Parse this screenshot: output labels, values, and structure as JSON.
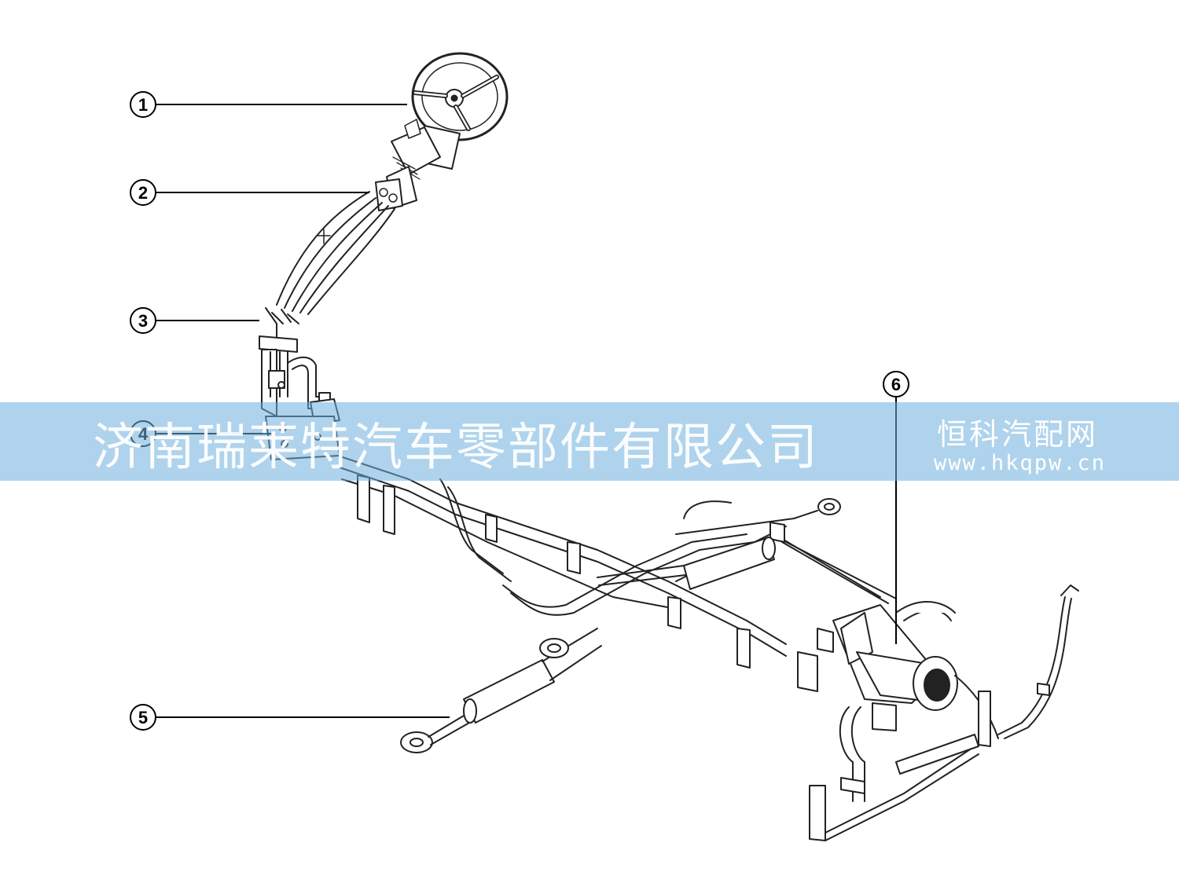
{
  "callouts": [
    {
      "label": "1"
    },
    {
      "label": "2"
    },
    {
      "label": "3"
    },
    {
      "label": "4"
    },
    {
      "label": "5"
    },
    {
      "label": "6"
    }
  ],
  "watermark": {
    "company": "济南瑞莱特汽车零部件有限公司",
    "brand": "恒科汽配网",
    "url": "www.hkqpw.cn"
  }
}
